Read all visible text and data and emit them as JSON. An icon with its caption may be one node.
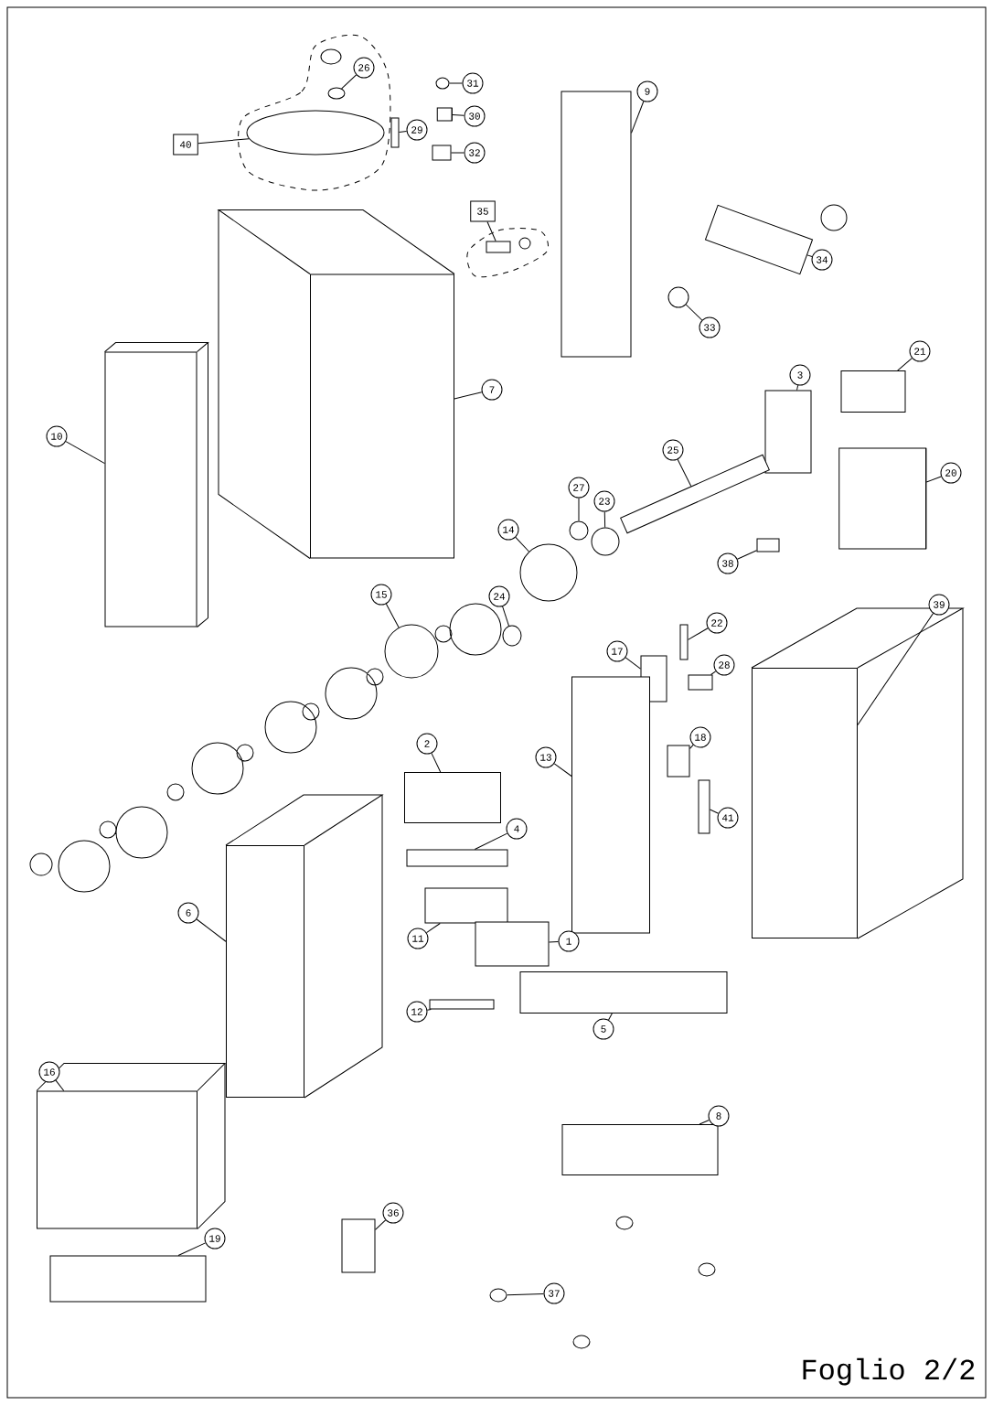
{
  "diagram": {
    "nodes": [
      {
        "text": [
          "40"
        ]
      },
      {
        "text": [],
        "shape": "circle"
      },
      {
        "text": [
          "26"
        ]
      },
      {
        "text": [],
        "shape": "circle"
      },
      {
        "text": [
          "31"
        ]
      },
      {
        "text": [],
        "shape": "circle"
      },
      {
        "text": [
          "30"
        ]
      },
      {
        "text": [],
        "shape": "cylinder"
      },
      {
        "text": [
          "29"
        ]
      },
      {
        "text": [],
        "shape": "box"
      },
      {
        "text": [
          "32"
        ]
      },
      {
        "text": [],
        "shape": "box"
      },
      {
        "text": [
          "35"
        ]
      },
      {
        "text": [],
        "shape": "box"
      },
      {
        "text": [
          "9"
        ]
      },
      {
        "text": [],
        "shape": "box"
      },
      {
        "text": [
          "34"
        ]
      },
      {
        "text": [],
        "shape": "box"
      },
      {
        "text": [
          "33"
        ]
      },
      {
        "text": [],
        "shape": "circle"
      },
      {
        "text": [
          "7"
        ]
      },
      {
        "text": [],
        "shape": "box"
      },
      {
        "text": [
          "10"
        ]
      },
      {
        "text": [],
        "shape": "box"
      },
      {
        "text": [
          "21"
        ]
      },
      {
        "text": [],
        "shape": "box"
      },
      {
        "text": [
          "3"
        ]
      },
      {
        "text": [],
        "shape": "box"
      },
      {
        "text": [
          "25"
        ]
      },
      {
        "text": [],
        "shape": "box"
      },
      {
        "text": [
          "20"
        ]
      },
      {
        "text": [],
        "shape": "cylinder"
      },
      {
        "text": [
          "27"
        ]
      },
      {
        "text": [],
        "shape": "circle"
      },
      {
        "text": [
          "23"
        ]
      },
      {
        "text": [],
        "shape": "circle"
      },
      {
        "text": [
          "14"
        ]
      },
      {
        "text": [],
        "shape": "circle"
      },
      {
        "text": [
          "24"
        ]
      },
      {
        "text": [],
        "shape": "circle"
      },
      {
        "text": [
          "38"
        ]
      },
      {
        "text": [],
        "shape": "box"
      },
      {
        "text": [
          "15"
        ]
      },
      {
        "text": [],
        "shape": "circle"
      },
      {
        "text": [
          "39"
        ]
      },
      {
        "text": [],
        "shape": "box"
      },
      {
        "text": [
          "22"
        ]
      },
      {
        "text": [],
        "shape": "box"
      },
      {
        "text": [
          "17"
        ]
      },
      {
        "text": [],
        "shape": "box"
      },
      {
        "text": [
          "28"
        ]
      },
      {
        "text": [],
        "shape": "box"
      },
      {
        "text": [
          "2"
        ]
      },
      {
        "text": [],
        "shape": "box"
      },
      {
        "text": [
          "13"
        ]
      },
      {
        "text": [],
        "shape": "box"
      },
      {
        "text": [
          "18"
        ]
      },
      {
        "text": [],
        "shape": "box"
      },
      {
        "text": [
          "41"
        ]
      },
      {
        "text": [],
        "shape": "box"
      },
      {
        "text": [
          "4"
        ]
      },
      {
        "text": [],
        "shape": "box"
      },
      {
        "text": [
          "6"
        ]
      },
      {
        "text": [],
        "shape": "box"
      },
      {
        "text": [
          "11"
        ]
      },
      {
        "text": [],
        "shape": "box"
      },
      {
        "text": [
          "1"
        ]
      },
      {
        "text": [],
        "shape": "box"
      },
      {
        "text": [
          "12"
        ]
      },
      {
        "text": [],
        "shape": "box"
      },
      {
        "text": [
          "5"
        ]
      },
      {
        "text": [],
        "shape": "box"
      },
      {
        "text": [
          "16"
        ]
      },
      {
        "text": [],
        "shape": "box"
      },
      {
        "text": [
          "8"
        ]
      },
      {
        "text": [],
        "shape": "box"
      },
      {
        "text": [
          "36"
        ]
      },
      {
        "text": [],
        "shape": "box"
      },
      {
        "text": [
          "19"
        ]
      },
      {
        "text": [],
        "shape": "box"
      },
      {
        "text": [
          "37"
        ]
      },
      {
        "text": [],
        "shape": "circle"
      }
    ],
    "edges": [
      {
        "from": 0,
        "to": 1,
        "arrow": "none"
      },
      {
        "from": 2,
        "to": 3,
        "arrow": "none"
      },
      {
        "from": 4,
        "to": 5,
        "arrow": "none"
      },
      {
        "from": 6,
        "to": 7,
        "arrow": "none"
      },
      {
        "from": 8,
        "to": 9,
        "arrow": "none"
      },
      {
        "from": 10,
        "to": 11,
        "arrow": "none"
      },
      {
        "from": 12,
        "to": 13,
        "arrow": "none"
      },
      {
        "from": 14,
        "to": 15,
        "arrow": "none"
      },
      {
        "from": 16,
        "to": 17,
        "arrow": "none"
      },
      {
        "from": 18,
        "to": 19,
        "arrow": "none"
      },
      {
        "from": 20,
        "to": 21,
        "arrow": "none"
      },
      {
        "from": 22,
        "to": 23,
        "arrow": "none"
      },
      {
        "from": 24,
        "to": 25,
        "arrow": "none"
      },
      {
        "from": 26,
        "to": 27,
        "arrow": "none"
      },
      {
        "from": 28,
        "to": 29,
        "arrow": "none"
      },
      {
        "from": 30,
        "to": 31,
        "arrow": "none"
      },
      {
        "from": 32,
        "to": 33,
        "arrow": "none"
      },
      {
        "from": 34,
        "to": 35,
        "arrow": "none"
      },
      {
        "from": 36,
        "to": 37,
        "arrow": "none"
      },
      {
        "from": 38,
        "to": 39,
        "arrow": "none"
      },
      {
        "from": 40,
        "to": 41,
        "arrow": "none"
      },
      {
        "from": 42,
        "to": 43,
        "arrow": "none"
      },
      {
        "from": 44,
        "to": 45,
        "arrow": "none"
      },
      {
        "from": 46,
        "to": 47,
        "arrow": "none"
      },
      {
        "from": 48,
        "to": 49,
        "arrow": "none"
      },
      {
        "from": 50,
        "to": 51,
        "arrow": "none"
      },
      {
        "from": 52,
        "to": 53,
        "arrow": "none"
      },
      {
        "from": 54,
        "to": 55,
        "arrow": "none"
      },
      {
        "from": 56,
        "to": 57,
        "arrow": "none"
      },
      {
        "from": 58,
        "to": 59,
        "arrow": "none"
      },
      {
        "from": 60,
        "to": 61,
        "arrow": "none"
      },
      {
        "from": 62,
        "to": 63,
        "arrow": "none"
      },
      {
        "from": 64,
        "to": 65,
        "arrow": "none"
      },
      {
        "from": 66,
        "to": 67,
        "arrow": "none"
      },
      {
        "from": 68,
        "to": 69,
        "arrow": "none"
      },
      {
        "from": 70,
        "to": 71,
        "arrow": "none"
      },
      {
        "from": 72,
        "to": 73,
        "arrow": "none"
      },
      {
        "from": 74,
        "to": 75,
        "arrow": "none"
      },
      {
        "from": 76,
        "to": 77,
        "arrow": "none"
      },
      {
        "from": 78,
        "to": 79,
        "arrow": "none"
      },
      {
        "from": 80,
        "to": 81,
        "arrow": "none"
      }
    ],
    "labels": [
      "Foglio 2/2"
    ]
  }
}
